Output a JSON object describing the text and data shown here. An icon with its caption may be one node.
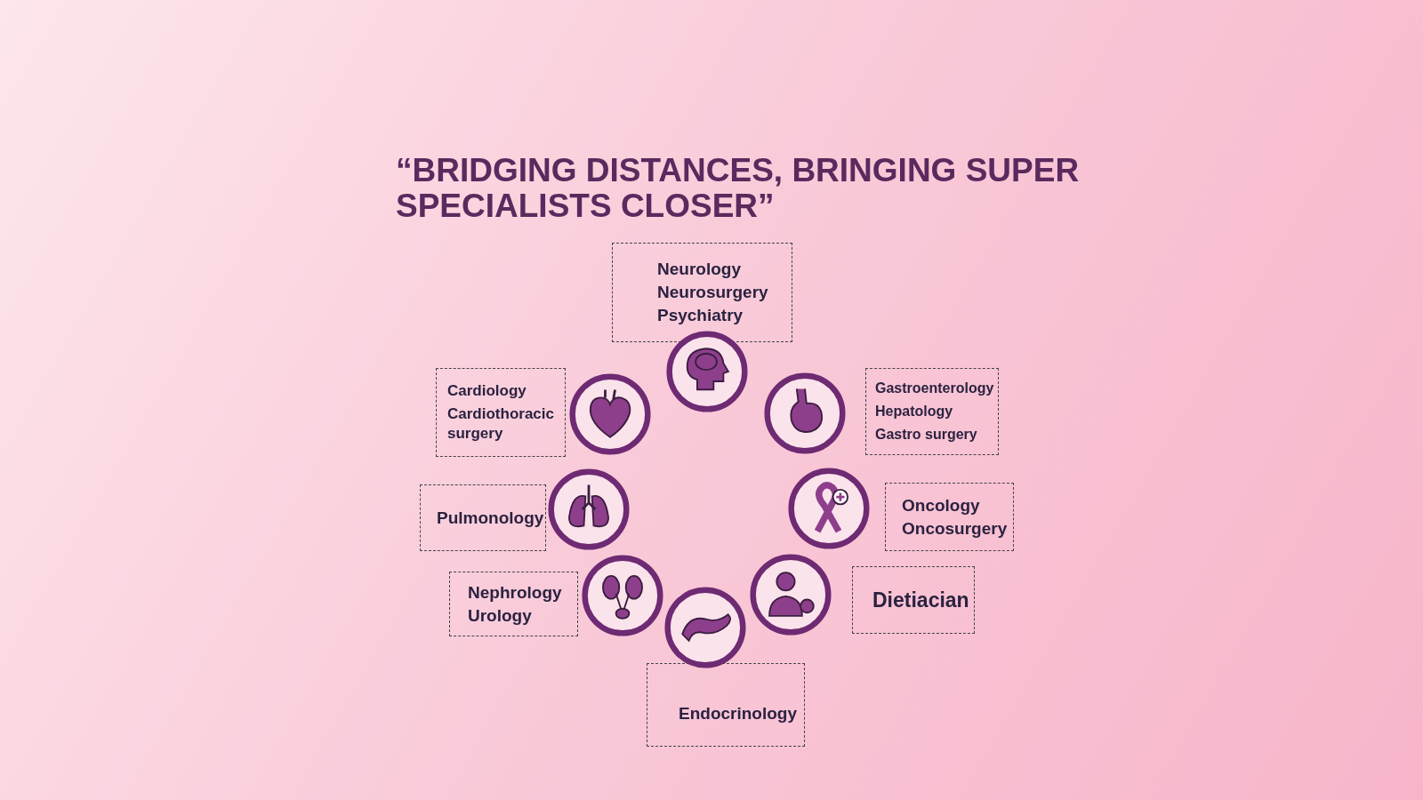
{
  "diagram": {
    "title": "“BRIDGING DISTANCES, BRINGING SUPER SPECIALISTS CLOSER”",
    "nodes": [
      {
        "text": [
          "Neurology",
          "Neurosurgery",
          "Psychiatry"
        ]
      },
      {
        "text": [
          "Cardiology",
          "Cardiothoracic surgery"
        ]
      },
      {
        "text": [
          "Gastroenterology",
          "Hepatology",
          "Gastro surgery"
        ]
      },
      {
        "text": [
          "Pulmonology"
        ]
      },
      {
        "text": [
          "Oncology",
          "Oncosurgery"
        ]
      },
      {
        "text": [
          "Nephrology",
          "Urology"
        ]
      },
      {
        "text": [
          "Dietiacian"
        ]
      },
      {
        "text": [
          "Endocrinology"
        ]
      },
      {
        "text": [],
        "shape": "picture"
      },
      {
        "text": [],
        "shape": "picture"
      },
      {
        "text": [],
        "shape": "picture"
      },
      {
        "text": [],
        "shape": "picture"
      },
      {
        "text": [],
        "shape": "picture"
      },
      {
        "text": [],
        "shape": "picture"
      },
      {
        "text": [],
        "shape": "picture"
      },
      {
        "text": [],
        "shape": "picture"
      }
    ],
    "edges": []
  }
}
